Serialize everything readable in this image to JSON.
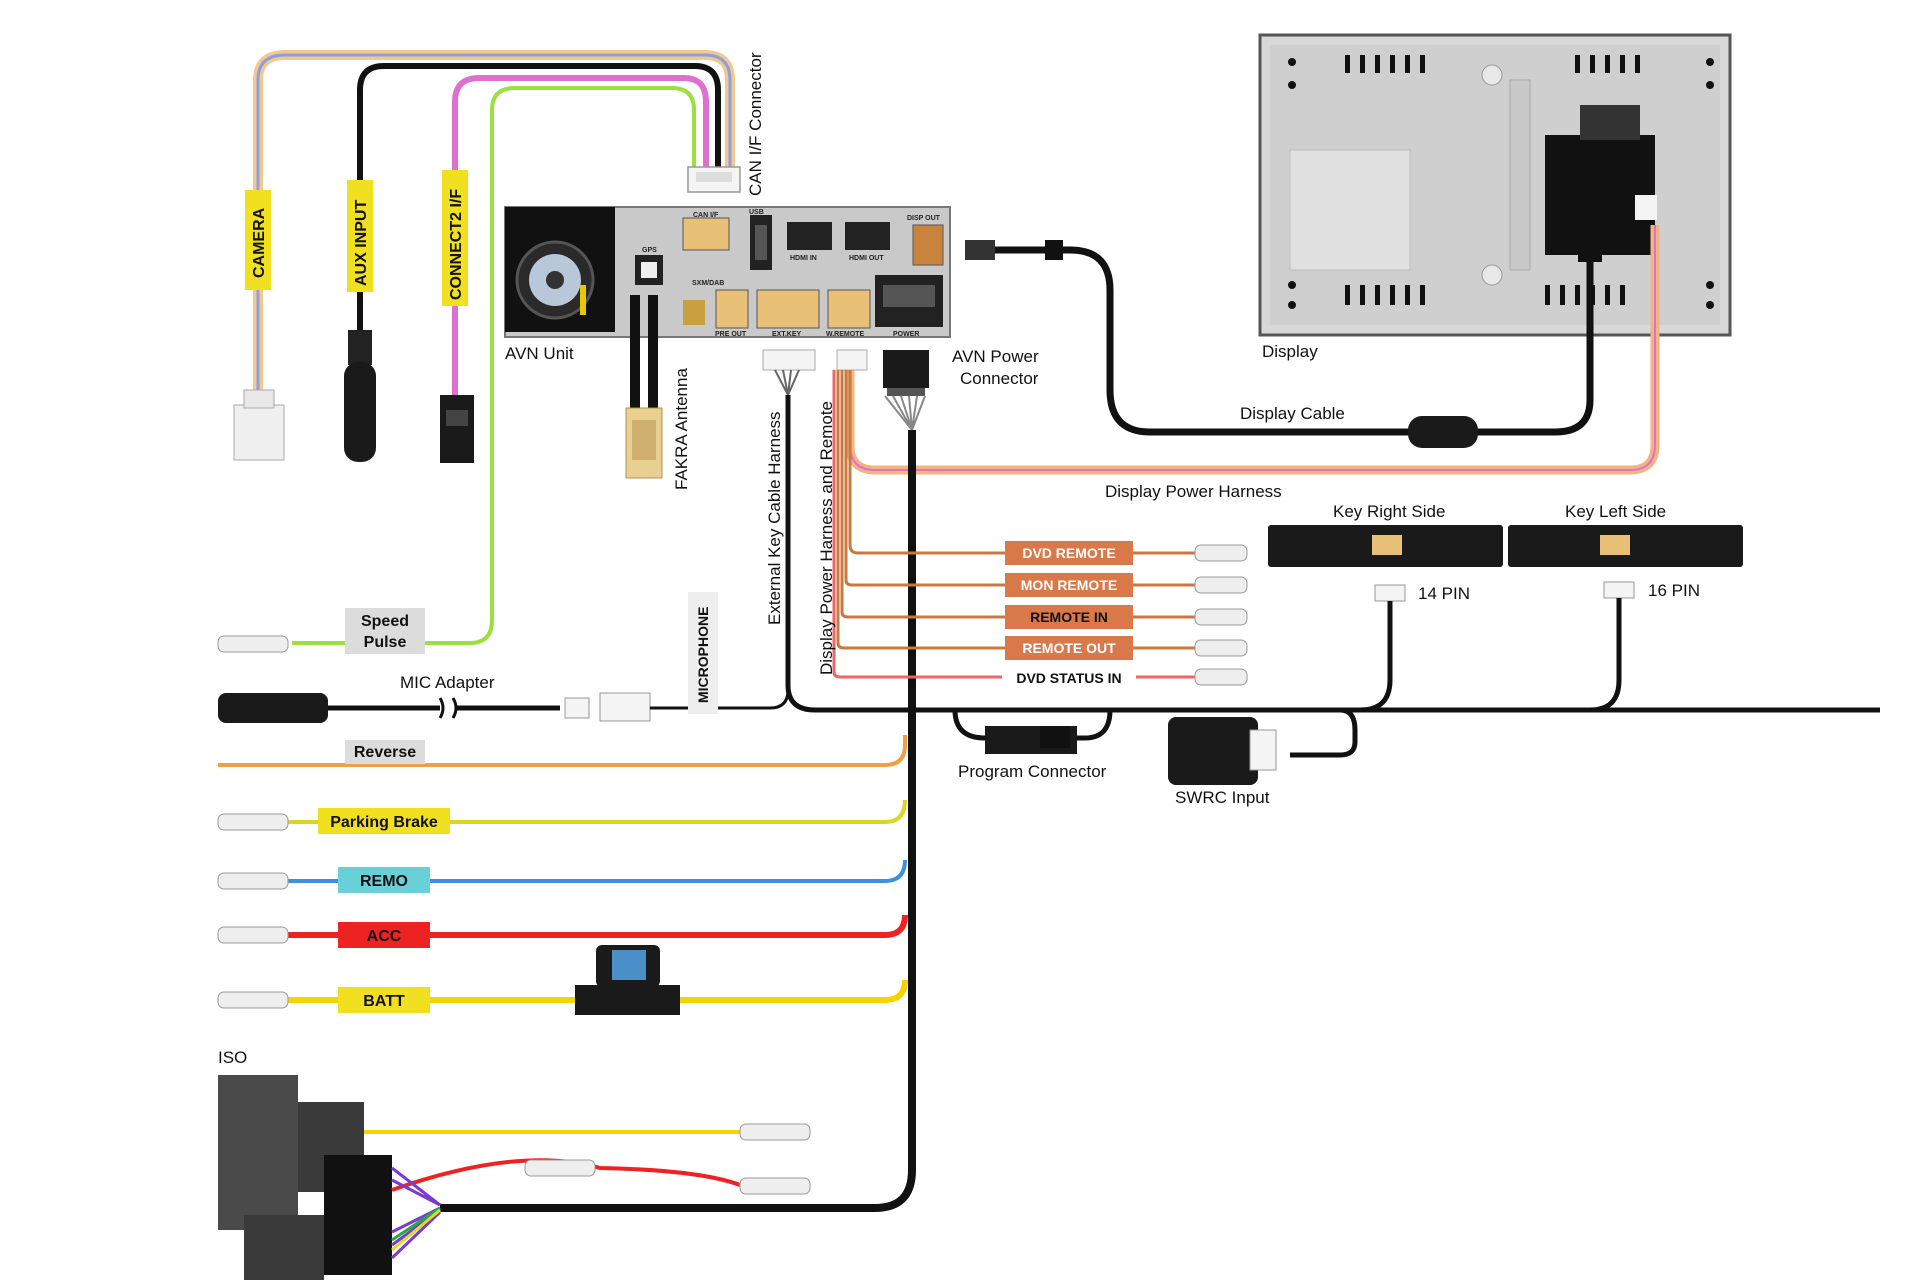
{
  "labels": {
    "camera": "CAMERA",
    "aux_input": "AUX INPUT",
    "connect2": "CONNECT2 I/F",
    "can_if_connector": "CAN I/F Connector",
    "avn_unit": "AVN Unit",
    "fakra_antenna": "FAKRA Antenna",
    "external_key_cable": "External Key Cable Harness",
    "display_power_remote": "Display Power Harness and Remote",
    "avn_power_connector_1": "AVN Power",
    "avn_power_connector_2": "Connector",
    "display": "Display",
    "display_cable": "Display Cable",
    "display_power_harness": "Display Power Harness",
    "key_right_side": "Key Right Side",
    "key_left_side": "Key Left Side",
    "pin14": "14 PIN",
    "pin16": "16 PIN",
    "speed_pulse_1": "Speed",
    "speed_pulse_2": "Pulse",
    "mic_adapter": "MIC Adapter",
    "microphone": "MICROPHONE",
    "reverse": "Reverse",
    "parking_brake": "Parking Brake",
    "remo": "REMO",
    "acc": "ACC",
    "batt": "BATT",
    "iso": "ISO",
    "program_connector": "Program Connector",
    "swrc_input": "SWRC Input"
  },
  "remote_tags": {
    "dvd_remote": "DVD REMOTE",
    "mon_remote": "MON REMOTE",
    "remote_in": "REMOTE IN",
    "remote_out": "REMOTE OUT",
    "dvd_status_in": "DVD STATUS IN"
  },
  "unit_ports": {
    "can_if": "CAN I/F",
    "usb": "USB",
    "hdmi_in": "HDMI IN",
    "hdmi_out": "HDMI OUT",
    "disp_out": "DISP OUT",
    "gps": "GPS",
    "sxm_dab": "SXM/DAB",
    "pre_out": "PRE OUT",
    "ext_key": "EXT.KEY",
    "w_remote": "W.REMOTE",
    "power": "POWER"
  },
  "colors": {
    "camera_tag": "#f0e020",
    "speed_tag": "#dcdcdc",
    "reverse_wire": "#f0a040",
    "parking_wire": "#d8d820",
    "parking_tag": "#f0e020",
    "remo_wire": "#4090e0",
    "remo_tag": "#6ad0d8",
    "acc_wire": "#ee2222",
    "acc_tag": "#ee2222",
    "batt_wire": "#f5d400",
    "batt_tag": "#f0e020",
    "remote_tag": "#d9794a",
    "speed_wire": "#9ce040"
  }
}
